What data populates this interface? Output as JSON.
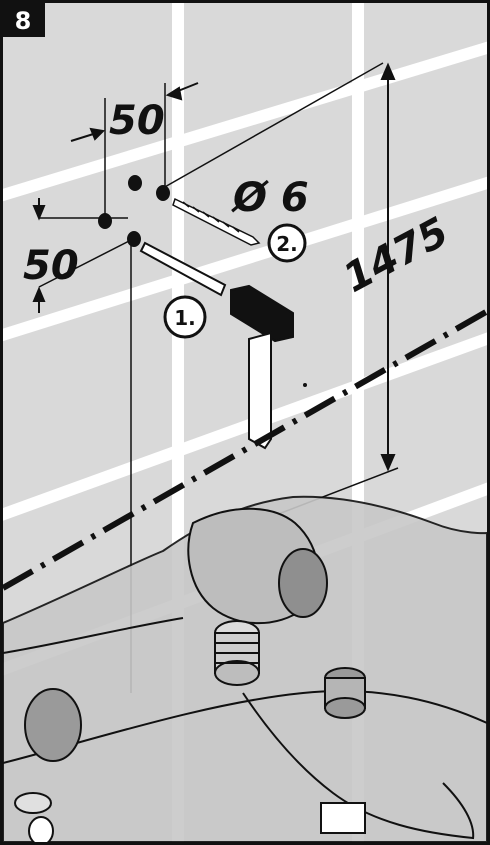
{
  "step": {
    "number": "8"
  },
  "dimensions": {
    "horizontal_spacing": "50",
    "vertical_spacing": "50",
    "drill_diameter": "Ø 6",
    "height": "1475"
  },
  "steps": [
    {
      "label": "1.",
      "tool": "hammer"
    },
    {
      "label": "2.",
      "tool": "drill-bit"
    }
  ],
  "icons": [
    "hammer-icon",
    "punch-icon",
    "drill-bit-icon",
    "mixer-tap-illustration"
  ],
  "colors": {
    "background": "#d9d9d9",
    "tile_grout": "#ffffff",
    "ink": "#111111",
    "badge": "#111111"
  }
}
